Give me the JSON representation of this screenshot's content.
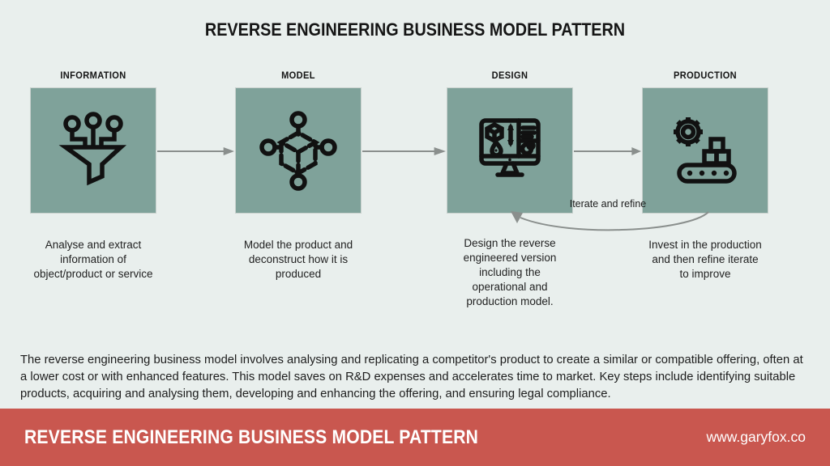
{
  "title": "REVERSE ENGINEERING BUSINESS MODEL PATTERN",
  "stages": [
    {
      "label": "INFORMATION",
      "icon": "data-funnel-icon",
      "description": "Analyse and extract information of object/product or service"
    },
    {
      "label": "MODEL",
      "icon": "3d-model-cube-icon",
      "description": "Model the product and deconstruct how it is produced"
    },
    {
      "label": "DESIGN",
      "icon": "design-monitor-icon",
      "description": "Design the reverse engineered version including the operational and production model."
    },
    {
      "label": "PRODUCTION",
      "icon": "factory-conveyor-icon",
      "description": "Invest in the production and then refine iterate to improve"
    }
  ],
  "iterate_label": "Iterate and refine",
  "summary": "The reverse engineering business model involves analysing and replicating a competitor's product to create a similar or compatible offering, often at a lower cost or with enhanced features. This model saves on R&D expenses and accelerates time to market. Key steps include identifying suitable products, acquiring and analysing them, developing and enhancing the offering, and ensuring legal compliance.",
  "footer": {
    "title": "REVERSE ENGINEERING BUSINESS MODEL PATTERN",
    "website": "www.garyfox.co"
  },
  "colors": {
    "background": "#e9efed",
    "stage_box": "#7fa29a",
    "footer_bar": "#c9574f",
    "arrow": "#8a8f8d",
    "icon": "#111111"
  }
}
